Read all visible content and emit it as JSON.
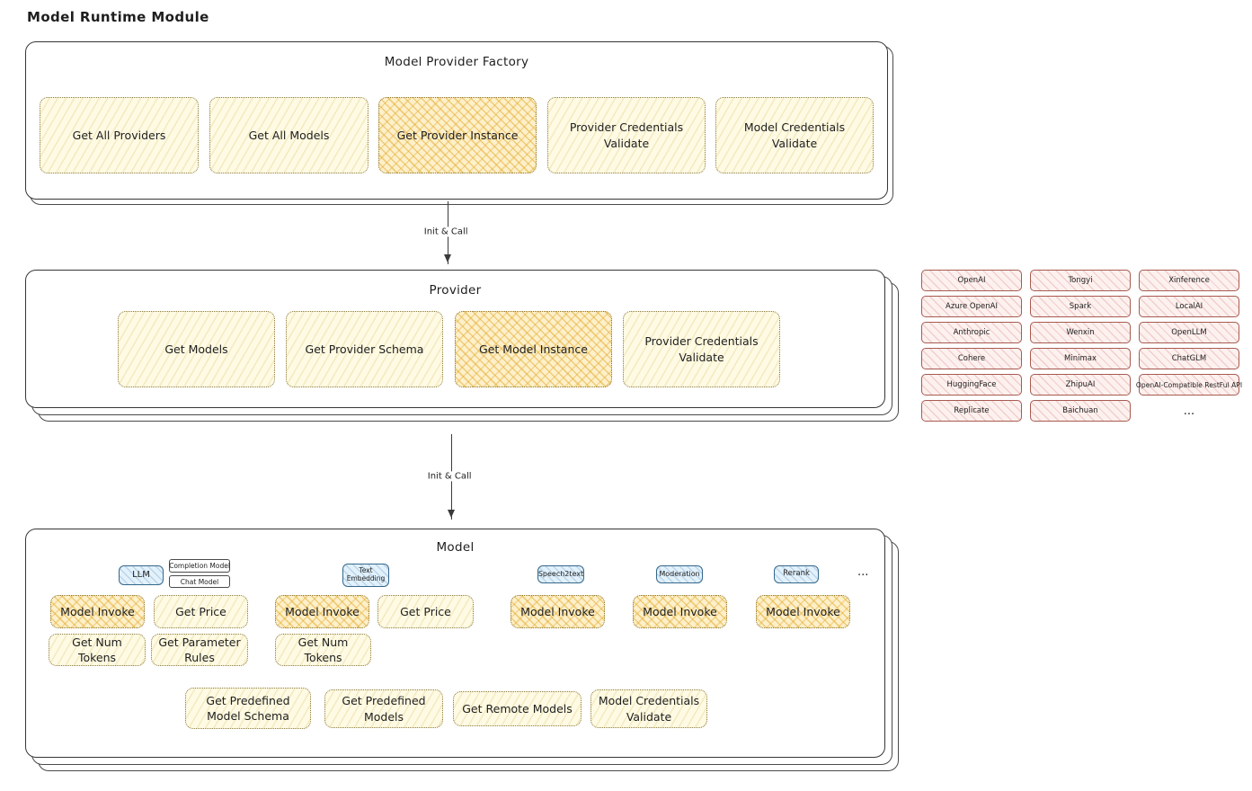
{
  "page": {
    "title": "Model Runtime Module"
  },
  "factory": {
    "title": "Model Provider Factory",
    "nodes": [
      {
        "label": "Get All Providers"
      },
      {
        "label": "Get All Models"
      },
      {
        "label": "Get Provider Instance"
      },
      {
        "label": "Provider Credentials Validate"
      },
      {
        "label": "Model Credentials Validate"
      }
    ]
  },
  "arrows": [
    {
      "label": "Init & Call"
    },
    {
      "label": "Init & Call"
    }
  ],
  "provider": {
    "title": "Provider",
    "nodes": [
      {
        "label": "Get Models"
      },
      {
        "label": "Get Provider Schema"
      },
      {
        "label": "Get Model Instance"
      },
      {
        "label": "Provider Credentials Validate"
      }
    ]
  },
  "providers_grid": {
    "items": [
      "OpenAI",
      "Tongyi",
      "Xinference",
      "Azure OpenAI",
      "Spark",
      "LocalAI",
      "Anthropic",
      "Wenxin",
      "OpenLLM",
      "Cohere",
      "Minimax",
      "ChatGLM",
      "HuggingFace",
      "ZhipuAI",
      "OpenAI-Compatible RestFul API",
      "Replicate",
      "Baichuan"
    ],
    "more": "..."
  },
  "model": {
    "title": "Model",
    "badges": {
      "llm": "LLM",
      "completion_model": "Completion Model",
      "chat_model": "Chat Model",
      "text_embedding": "Text Embedding",
      "speech2text": "Speech2text",
      "moderation": "Moderation",
      "rerank": "Rerank",
      "more": "..."
    },
    "llm_nodes": [
      {
        "label": "Model Invoke"
      },
      {
        "label": "Get Price"
      },
      {
        "label": "Get Num Tokens"
      },
      {
        "label": "Get Parameter Rules"
      }
    ],
    "embedding_nodes": [
      {
        "label": "Model Invoke"
      },
      {
        "label": "Get Price"
      },
      {
        "label": "Get Num Tokens"
      }
    ],
    "speech2text_nodes": [
      {
        "label": "Model Invoke"
      }
    ],
    "moderation_nodes": [
      {
        "label": "Model Invoke"
      }
    ],
    "rerank_nodes": [
      {
        "label": "Model Invoke"
      }
    ],
    "shared_nodes": [
      {
        "label": "Get Predefined Model Schema"
      },
      {
        "label": "Get Predefined Models"
      },
      {
        "label": "Get Remote Models"
      },
      {
        "label": "Model Credentials Validate"
      }
    ]
  },
  "colors": {
    "ink": "#1e1e1e",
    "node_yellow": "#fefae3",
    "node_orange": "#fdf0ca",
    "provider_pink": "#fdf1ef",
    "badge_blue": "#e3f1fb"
  }
}
